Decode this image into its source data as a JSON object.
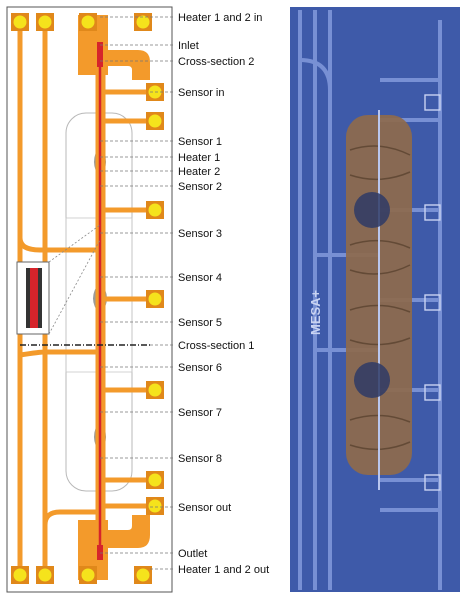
{
  "colors": {
    "trace": "#f39a2b",
    "pad": "#f5e31c",
    "pad_ring": "#e0881a",
    "channel_red": "#d6242b",
    "leader": "#777777",
    "photo_bg": "#3e5aa9",
    "photo_trace": "#7f96d9",
    "photo_channel": "#8e6a4c",
    "photo_dot": "#2f3b66"
  },
  "labels": [
    {
      "id": "heater-1-2-in",
      "text": "Heater 1 and 2 in"
    },
    {
      "id": "inlet",
      "text": "Inlet"
    },
    {
      "id": "cross-section-2",
      "text": "Cross-section 2"
    },
    {
      "id": "sensor-in",
      "text": "Sensor in"
    },
    {
      "id": "sensor-1",
      "text": "Sensor 1"
    },
    {
      "id": "heater-1",
      "text": "Heater 1"
    },
    {
      "id": "heater-2",
      "text": "Heater 2"
    },
    {
      "id": "sensor-2",
      "text": "Sensor 2"
    },
    {
      "id": "sensor-3",
      "text": "Sensor 3"
    },
    {
      "id": "sensor-4",
      "text": "Sensor 4"
    },
    {
      "id": "sensor-5",
      "text": "Sensor 5"
    },
    {
      "id": "cross-section-1",
      "text": "Cross-section 1"
    },
    {
      "id": "sensor-6",
      "text": "Sensor 6"
    },
    {
      "id": "sensor-7",
      "text": "Sensor 7"
    },
    {
      "id": "sensor-8",
      "text": "Sensor 8"
    },
    {
      "id": "sensor-out",
      "text": "Sensor out"
    },
    {
      "id": "outlet",
      "text": "Outlet"
    },
    {
      "id": "heater-1-2-out",
      "text": "Heater 1 and 2 out"
    }
  ],
  "photo": {
    "watermark": "MESA+"
  }
}
